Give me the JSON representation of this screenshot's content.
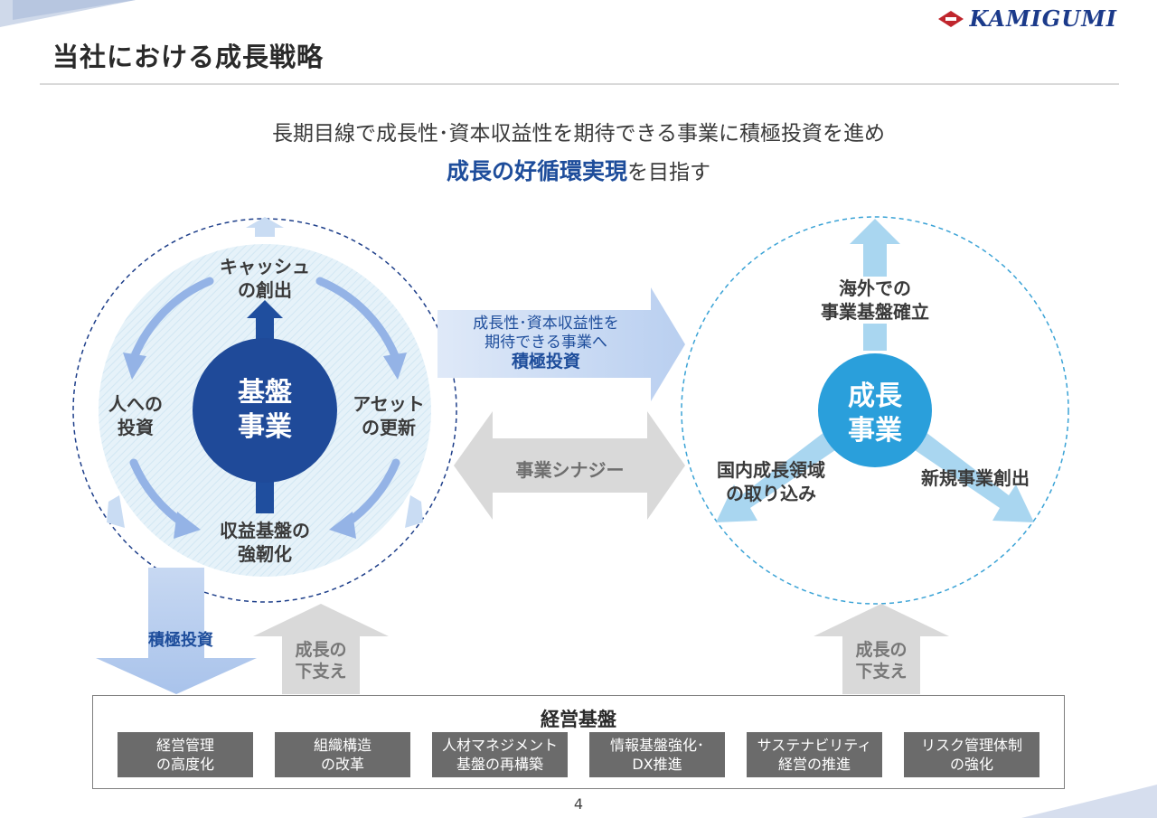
{
  "header": {
    "title": "当社における成長戦略",
    "logo_text": "KAMIGUMI"
  },
  "lead": {
    "line1": "長期目線で成長性･資本収益性を期待できる事業に積極投資を進め",
    "line2_highlight": "成長の好循環実現",
    "line2_rest": "を目指す"
  },
  "left_circle": {
    "core": [
      "基盤",
      "事業"
    ],
    "top": [
      "キャッシュ",
      "の創出"
    ],
    "left": [
      "人への",
      "投資"
    ],
    "right": [
      "アセット",
      "の更新"
    ],
    "bottom": [
      "収益基盤の",
      "強靭化"
    ]
  },
  "investment_arrow": {
    "line1": "成長性･資本収益性を",
    "line2": "期待できる事業へ",
    "line3": "積極投資"
  },
  "synergy": "事業シナジー",
  "right_circle": {
    "core": [
      "成長",
      "事業"
    ],
    "top": [
      "海外での",
      "事業基盤確立"
    ],
    "left": [
      "国内成長領域",
      "の取り込み"
    ],
    "right": [
      "新規事業創出"
    ]
  },
  "bottom_arrows": {
    "investment": "積極投資",
    "support_left": [
      "成長の",
      "下支え"
    ],
    "support_right": [
      "成長の",
      "下支え"
    ]
  },
  "management_base": {
    "title": "経営基盤",
    "items": [
      [
        "経営管理",
        "の高度化"
      ],
      [
        "組織構造",
        "の改革"
      ],
      [
        "人材マネジメント",
        "基盤の再構築"
      ],
      [
        "情報基盤強化･",
        "DX推進"
      ],
      [
        "サステナビリティ",
        "経営の推進"
      ],
      [
        "リスク管理体制",
        "の強化"
      ]
    ]
  },
  "page_number": "4",
  "colors": {
    "navy": "#1e4d9b",
    "core_blue": "#1f4e9e",
    "growth_blue": "#2a9fdb",
    "light_arrow": "#a9d2ef",
    "gray_box": "#6b6b6b"
  }
}
